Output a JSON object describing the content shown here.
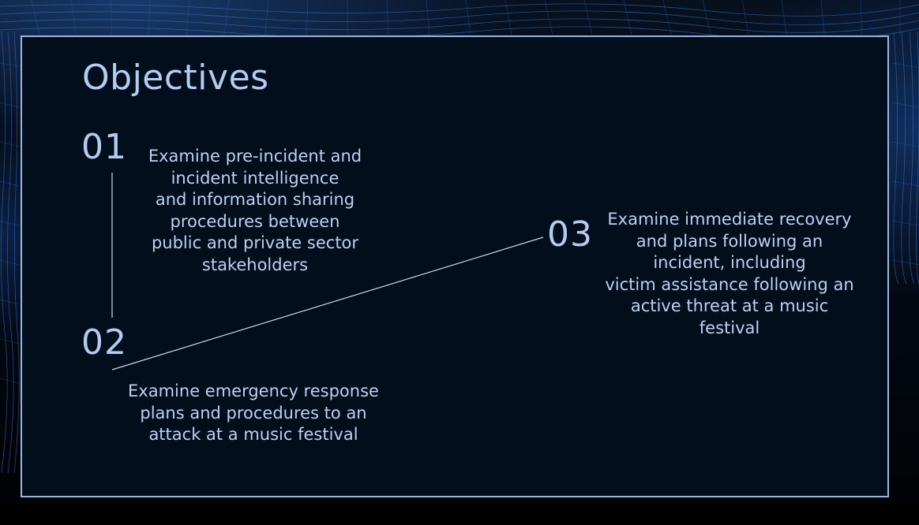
{
  "slide": {
    "title": "Objectives",
    "objectives": [
      {
        "number": "01",
        "text": "Examine pre-incident and\nincident intelligence\nand information sharing\nprocedures between\npublic and private sector\nstakeholders"
      },
      {
        "number": "02",
        "text": "Examine emergency response\nplans and procedures to an\nattack at a music festival"
      },
      {
        "number": "03",
        "text": "Examine immediate recovery\nand plans following an\nincident, including\nvictim assistance following an\nactive threat at a music\nfestival"
      }
    ]
  },
  "colors": {
    "accent": "#b4ccf2",
    "panel_background": "#030e1c",
    "panel_border": "#9bb4dc"
  }
}
